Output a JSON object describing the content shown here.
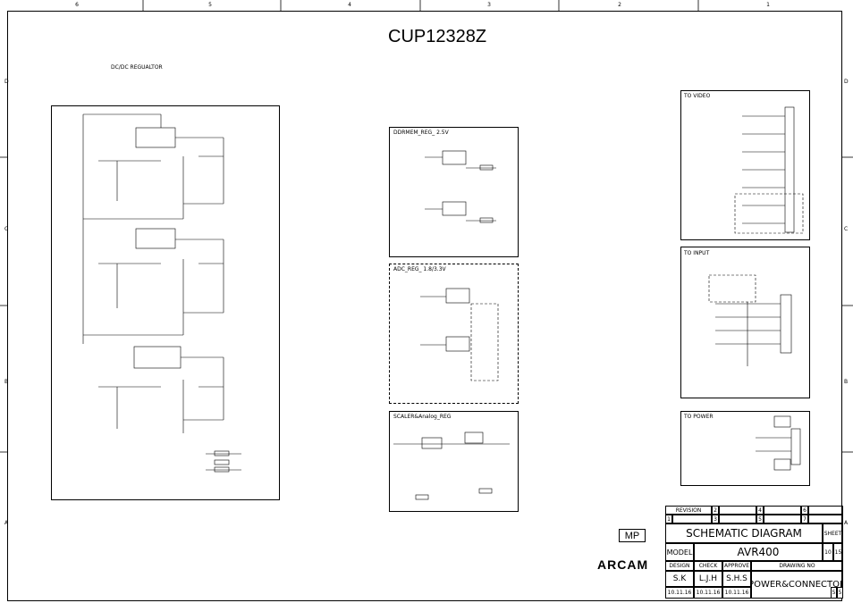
{
  "title": "CUP12328Z",
  "col_numbers": [
    "6",
    "5",
    "4",
    "3",
    "2",
    "1"
  ],
  "row_letters": [
    "D",
    "C",
    "B",
    "A"
  ],
  "sections": {
    "dcdc": "DC/DC REGUALTOR",
    "ddrmem": "DDRMEM_REG_ 2.5V",
    "adc": "ADC_REG_ 1.8/3.3V",
    "scaler": "SCALER&Analog_REG",
    "to_video": "TO VIDEO",
    "to_input": "TO INPUT",
    "to_power": "TO POWER"
  },
  "title_block": {
    "revision_label": "REVISION",
    "rev_nums": [
      "2",
      "4",
      "6",
      "1",
      "3",
      "5",
      "7"
    ],
    "mp": "MP",
    "schematic": "SCHEMATIC DIAGRAM",
    "sheet_label": "SHEET",
    "model_label": "MODEL",
    "model": "AVR400",
    "sheet_num": "10",
    "sheet_total": "15",
    "design_label": "DESIGN",
    "check_label": "CHECK",
    "approve_label": "APPROVE",
    "drawing_no_label": "DRAWING NO",
    "design": "S.K",
    "check": "L.J.H",
    "approve": "S.H.S",
    "drawing": "POWER&CONNECTOR",
    "date1": "10.11.16",
    "date2": "10.11.16",
    "date3": "10.11.16",
    "page_a": "5",
    "page_b": "5"
  },
  "brand": "ARCAM"
}
